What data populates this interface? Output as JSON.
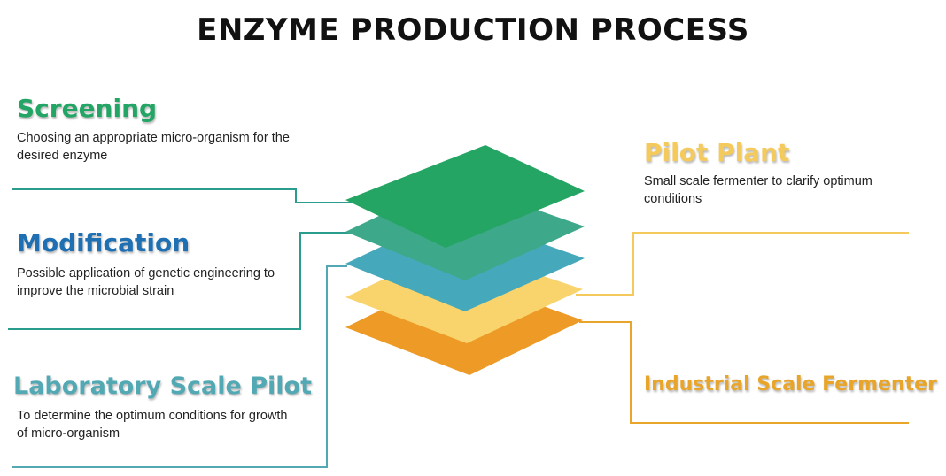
{
  "title": "ENZYME PRODUCTION PROCESS",
  "colors": {
    "screening": "#23a566",
    "modification": "#1f6fb3",
    "lab": "#52a9b4",
    "pilot": "#f5ca5c",
    "industrial": "#e8a52a"
  },
  "stages": {
    "screening": {
      "heading": "Screening",
      "description": "Choosing an appropriate micro-organism for the desired enzyme"
    },
    "modification": {
      "heading": "Modification",
      "description": "Possible application of genetic engineering to improve the microbial strain"
    },
    "lab": {
      "heading": "Laboratory Scale Pilot",
      "description": "To determine the optimum conditions for growth of micro-organism"
    },
    "pilot": {
      "heading": "Pilot Plant",
      "description": "Small scale fermenter to clarify optimum conditions"
    },
    "industrial": {
      "heading": "Industrial Scale Fermenter"
    }
  }
}
